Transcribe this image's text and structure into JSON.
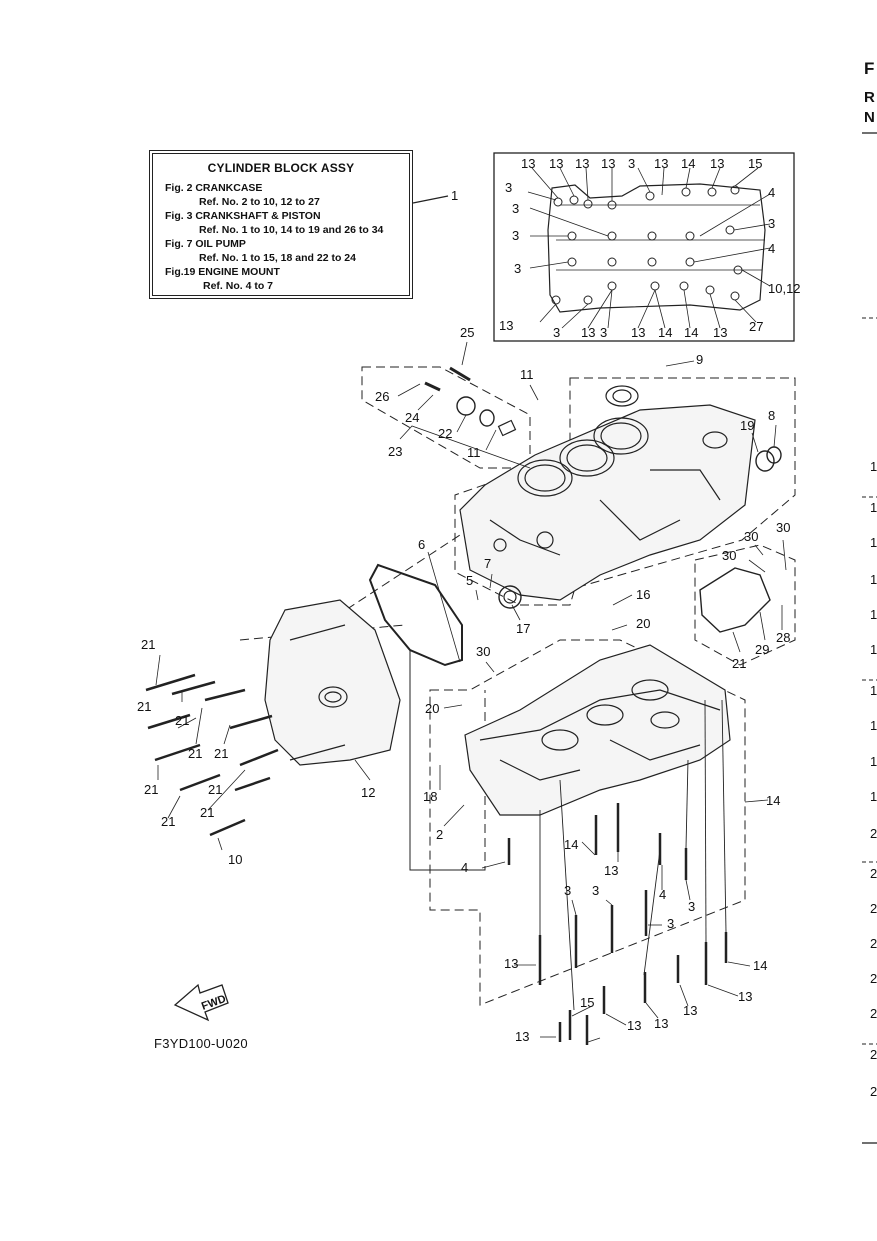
{
  "legend": {
    "title": "CYLINDER BLOCK ASSY",
    "lines": [
      "Fig.  2 CRANKCASE",
      "Ref. No. 2 to 10, 12  to 27",
      "Fig.  3 CRANKSHAFT & PISTON",
      "Ref. No. 1 to 10, 14 to 19 and 26 to 34",
      "Fig. 7 OIL PUMP",
      "Ref. No. 1 to 15, 18 and 22 to 24",
      "Fig.19 ENGINE MOUNT",
      "Ref. No. 4 to 7"
    ]
  },
  "diagram": {
    "fwd_label": "FWD",
    "figure_code": "F3YD100-U020"
  },
  "callouts": [
    "1",
    "13",
    "13",
    "13",
    "13",
    "3",
    "13",
    "14",
    "13",
    "15",
    "3",
    "3",
    "3",
    "3",
    "4",
    "3",
    "4",
    "10,12",
    "13",
    "3",
    "13",
    "3",
    "13",
    "14",
    "14",
    "13",
    "27",
    "25",
    "26",
    "24",
    "22",
    "23",
    "11",
    "11",
    "9",
    "8",
    "19",
    "6",
    "7",
    "5",
    "17",
    "16",
    "20",
    "30",
    "30",
    "30",
    "30",
    "28",
    "29",
    "21",
    "21",
    "21",
    "21",
    "21",
    "21",
    "21",
    "21",
    "21",
    "21",
    "10",
    "20",
    "18",
    "12",
    "2",
    "14",
    "14",
    "13",
    "4",
    "4",
    "3",
    "3",
    "3",
    "3",
    "13",
    "14",
    "13",
    "13",
    "13",
    "13",
    "15",
    "13"
  ],
  "margin": {
    "letters": [
      "F",
      "R",
      "N"
    ],
    "numbers": [
      "1",
      "1",
      "1",
      "1",
      "1",
      "1",
      "1",
      "1",
      "1",
      "1",
      "2",
      "2",
      "2",
      "2",
      "2",
      "2",
      "2",
      "2"
    ]
  }
}
